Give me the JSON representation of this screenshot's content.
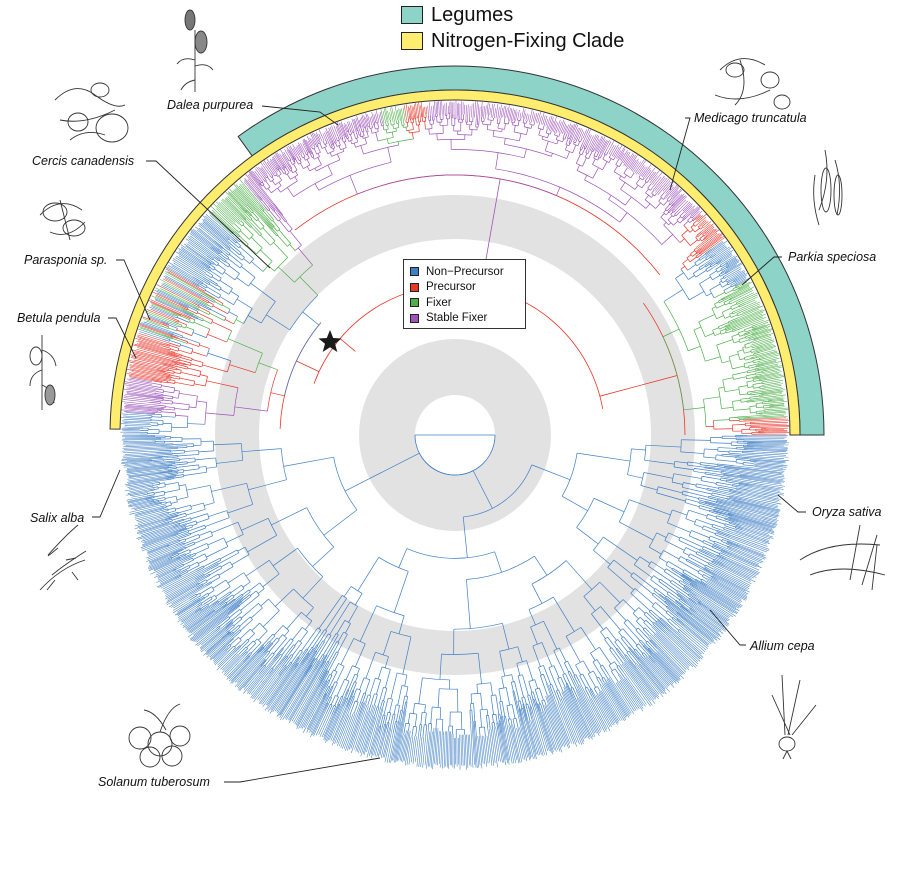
{
  "clade_legend": [
    {
      "label": "Legumes",
      "color": "#8dd3c7"
    },
    {
      "label": "Nitrogen-Fixing Clade",
      "color": "#ffed6f"
    }
  ],
  "state_legend": [
    {
      "label": "Non−Precursor",
      "color": "#3f7fc4"
    },
    {
      "label": "Precursor",
      "color": "#e8362a"
    },
    {
      "label": "Fixer",
      "color": "#4daf4a"
    },
    {
      "label": "Stable Fixer",
      "color": "#9c54b8"
    }
  ],
  "species": [
    "Dalea purpurea",
    "Medicago truncatula",
    "Cercis canadensis",
    "Parkia speciosa",
    "Parasponia sp.",
    "Betula pendula",
    "Salix alba",
    "Oryza sativa",
    "Allium cepa",
    "Solanum tuberosum"
  ],
  "colors": {
    "ring_gray": "#e3e2e3",
    "star": "#1a1a1a"
  },
  "icons": [
    "plant-sketch-icon",
    "star-icon"
  ]
}
